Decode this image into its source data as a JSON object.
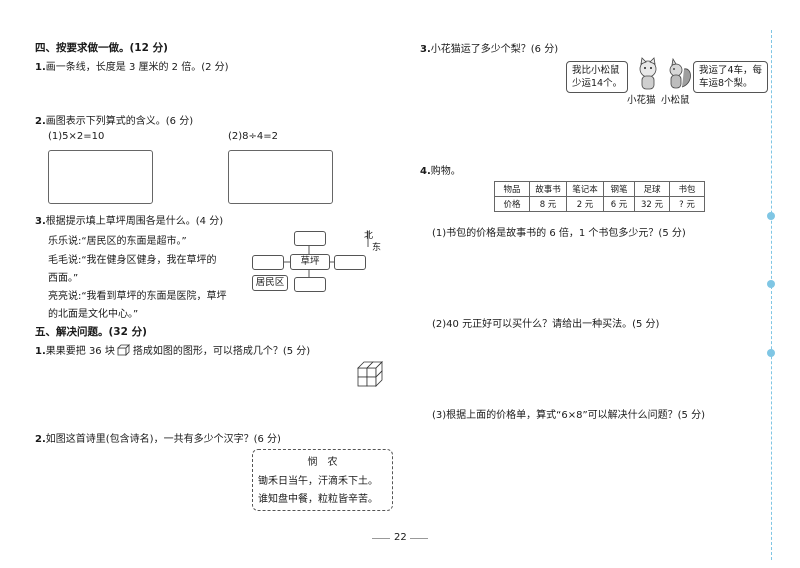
{
  "left": {
    "sec4": "四、按要求做一做。(12 分)",
    "q1": {
      "num": "1.",
      "text": "画一条线，长度是 3 厘米的 2 倍。(2 分)"
    },
    "q2": {
      "num": "2.",
      "text": "画图表示下列算式的含义。(6 分)",
      "a": "(1)5×2=10",
      "b": "(2)8÷4=2"
    },
    "q3": {
      "num": "3.",
      "text": "根据提示填上草坪周围各是什么。(4 分)",
      "l1": "乐乐说:“居民区的东面是超市。”",
      "l2": "毛毛说:“我在健身区健身，我在草坪的",
      "l3": "西面。”",
      "l4": "亮亮说:“我看到草坪的东面是医院，草坪",
      "l5": "的北面是文化中心。”",
      "center": "草坪",
      "resident": "居民区",
      "north": "北",
      "east": "东"
    },
    "sec5": "五、解决问题。(32 分)",
    "q5_1": {
      "num": "1.",
      "text_a": "果果要把 36 块",
      "text_b": "搭成如图的图形，可以搭成几个？(5 分)"
    },
    "q5_2": {
      "num": "2.",
      "text": "如图这首诗里(包含诗名)，一共有多少个汉字？(6 分)",
      "poem_title": "悯　农",
      "line1": "锄禾日当午，汗滴禾下土。",
      "line2": "谁知盘中餐，粒粒皆辛苦。"
    }
  },
  "right": {
    "q3": {
      "num": "3.",
      "text": "小花猫运了多少个梨？(6 分)",
      "bubble_left_1": "我比小松鼠",
      "bubble_left_2": "少运14个。",
      "bubble_right_1": "我运了4车，每",
      "bubble_right_2": "车运8个梨。",
      "cat": "小花猫",
      "squirrel": "小松鼠"
    },
    "q4": {
      "num": "4.",
      "text": "购物。",
      "table": {
        "row1": [
          "物品",
          "故事书",
          "笔记本",
          "钢笔",
          "足球",
          "书包"
        ],
        "row2": [
          "价格",
          "8 元",
          "2 元",
          "6 元",
          "32 元",
          "? 元"
        ]
      },
      "s1": "(1)书包的价格是故事书的 6 倍，1 个书包多少元？(5 分)",
      "s2": "(2)40 元正好可以买什么？请给出一种买法。(5 分)",
      "s3": "(3)根据上面的价格单，算式“6×8”可以解决什么问题？(5 分)"
    }
  },
  "page_number": "22",
  "colors": {
    "accent": "#7fc6e4",
    "ink": "#1a1a1a"
  }
}
